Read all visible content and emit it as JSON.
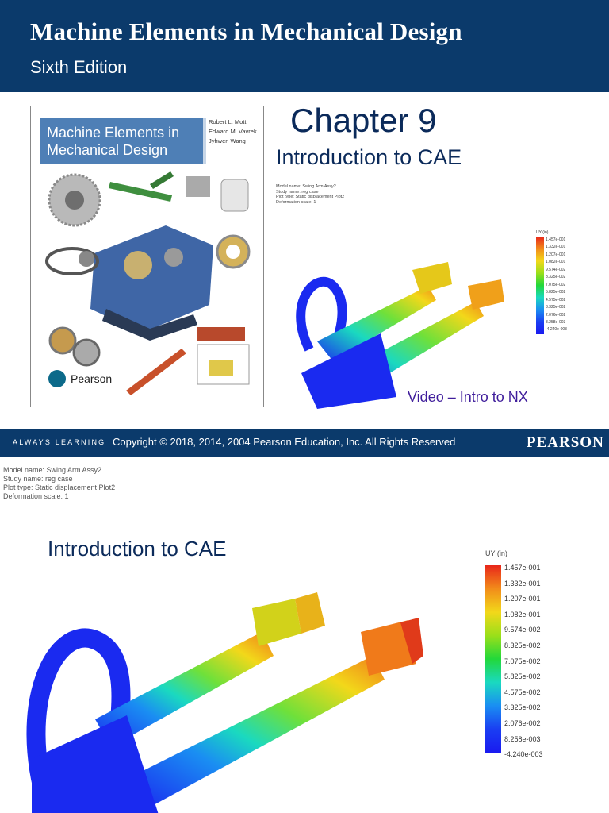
{
  "slide1": {
    "header": {
      "title": "Machine Elements in Mechanical Design",
      "subtitle": "Sixth Edition"
    },
    "book_cover": {
      "title": "Machine Elements in\nMechanical Design",
      "authors": "Robert L. Mott\nEdward M. Vavrek\nJyhwen Wang",
      "publisher": "Pearson"
    },
    "chapter": "Chapter 9",
    "chapter_subtitle": "Introduction to CAE",
    "model_info": "Model name: Swing Arm Assy2\nStudy name: reg case\nPlot type: Static displacement Plot2\nDeformation scale: 1",
    "legend": {
      "title": "UY (in)",
      "labels": [
        "1.457e-001",
        "1.332e-001",
        "1.207e-001",
        "1.082e-001",
        "9.574e-002",
        "8.325e-002",
        "7.075e-002",
        "5.825e-002",
        "4.575e-002",
        "3.325e-002",
        "2.076e-002",
        "8.258e-003",
        "-4.240e-003"
      ]
    },
    "video_link": "Video – Intro to NX",
    "footer": {
      "always_learning": "ALWAYS LEARNING",
      "copyright": "Copyright © 2018, 2014, 2004 Pearson Education, Inc. All Rights Reserved",
      "brand": "PEARSON"
    }
  },
  "slide2": {
    "model_info": "Model name: Swing Arm Assy2\nStudy name: reg case\nPlot type: Static displacement Plot2\nDeformation scale: 1",
    "title": "Introduction to CAE",
    "legend": {
      "title": "UY (in)",
      "labels": [
        "1.457e-001",
        "1.332e-001",
        "1.207e-001",
        "1.082e-001",
        "9.574e-002",
        "8.325e-002",
        "7.075e-002",
        "5.825e-002",
        "4.575e-002",
        "3.325e-002",
        "2.076e-002",
        "8.258e-003",
        "-4.240e-003"
      ]
    }
  },
  "colors": {
    "header_bg": "#0b3a6b",
    "heading_text": "#0b2a5a",
    "link": "#3f1d9b"
  }
}
